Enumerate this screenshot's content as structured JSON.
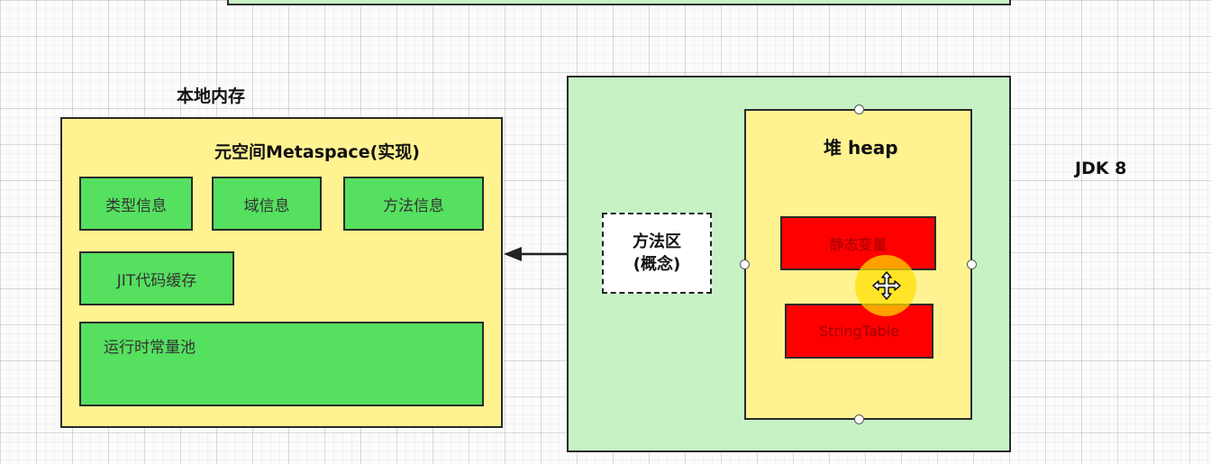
{
  "native_memory": {
    "label": "本地内存",
    "metaspace_title": "元空间Metaspace(实现)",
    "cells": [
      "类型信息",
      "域信息",
      "方法信息",
      "JIT代码缓存",
      "运行时常量池"
    ]
  },
  "method_area": {
    "line1": "方法区",
    "line2": "(概念)"
  },
  "heap": {
    "title": "堆 heap",
    "static_vars": "静态变量",
    "string_table": "StringTable"
  },
  "version_label": "JDK 8",
  "colors": {
    "outer_green": "#c6f2c6",
    "yellow": "#fff391",
    "cell_green": "#55e05f",
    "red": "#ff0000"
  },
  "cursor_icon": "move-cursor-icon"
}
